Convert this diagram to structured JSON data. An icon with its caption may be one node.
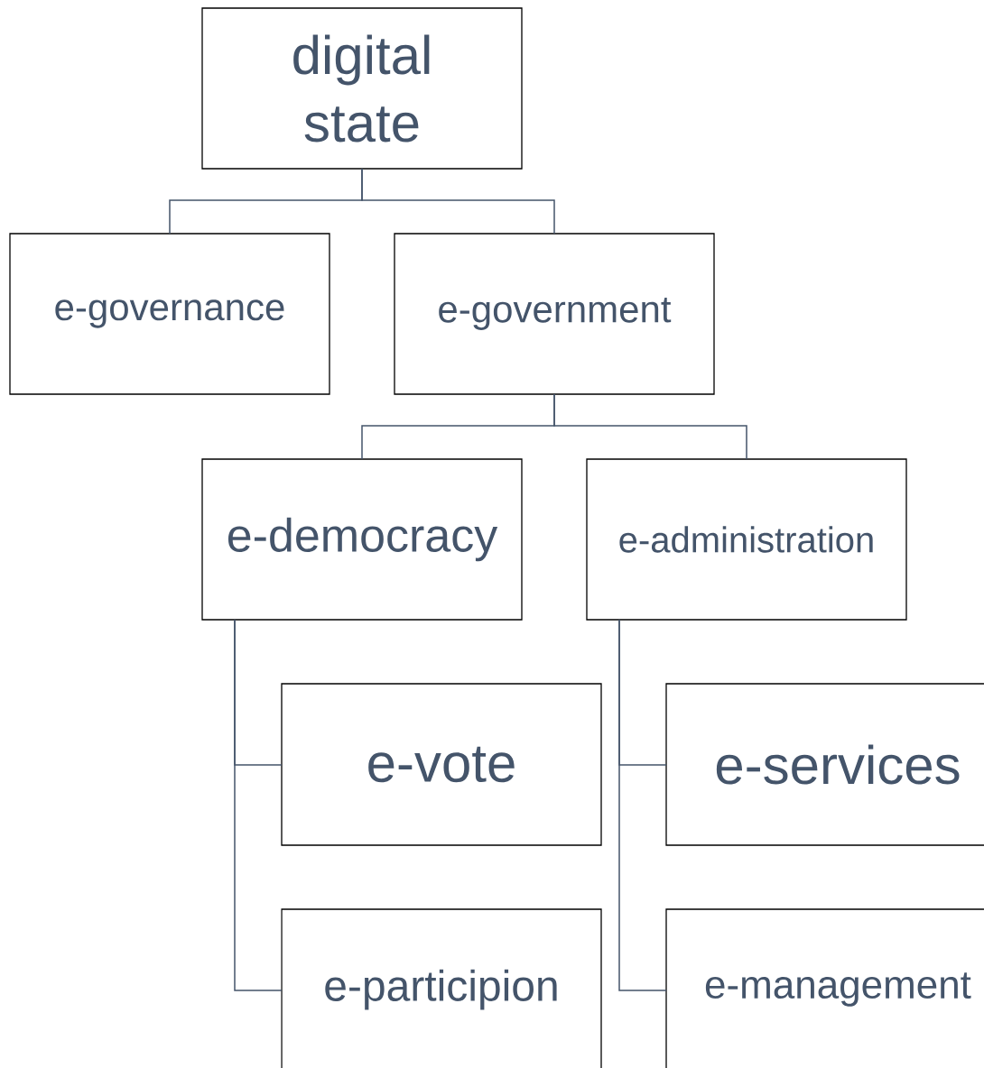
{
  "diagram": {
    "nodes": [
      {
        "text": [
          "digital state"
        ]
      },
      {
        "text": [
          "e-governance"
        ]
      },
      {
        "text": [
          "e-government"
        ]
      },
      {
        "text": [
          "e-democracy"
        ]
      },
      {
        "text": [
          "e-administration"
        ]
      },
      {
        "text": [
          "e-vote"
        ]
      },
      {
        "text": [
          "e-participion"
        ]
      },
      {
        "text": [
          "e-services"
        ]
      },
      {
        "text": [
          "e-management"
        ]
      }
    ],
    "edges": [
      {
        "from": 0,
        "to": 1,
        "arrow": "none"
      },
      {
        "from": 0,
        "to": 2,
        "arrow": "none"
      },
      {
        "from": 2,
        "to": 3,
        "arrow": "none"
      },
      {
        "from": 2,
        "to": 4,
        "arrow": "none"
      },
      {
        "from": 3,
        "to": 5,
        "arrow": "none"
      },
      {
        "from": 3,
        "to": 6,
        "arrow": "none"
      },
      {
        "from": 4,
        "to": 7,
        "arrow": "none"
      },
      {
        "from": 4,
        "to": 8,
        "arrow": "none"
      }
    ]
  }
}
